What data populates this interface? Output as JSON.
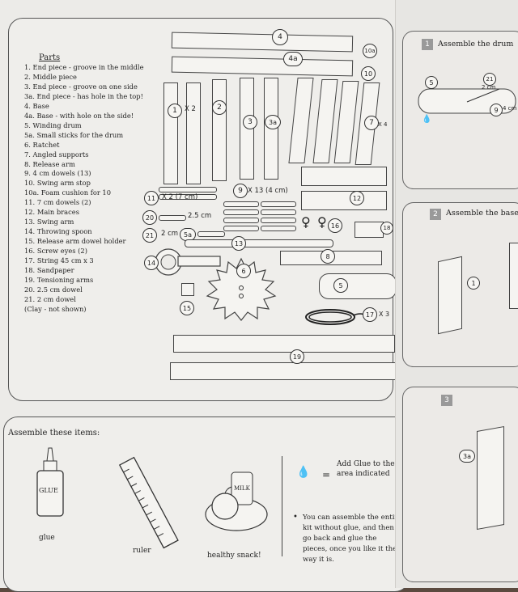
{
  "parts": {
    "title": "Parts",
    "items": [
      "1. End piece - groove in the middle",
      "2. Middle piece",
      "3. End piece - groove on one side",
      "3a. End piece - has hole in the top!",
      "4. Base",
      "4a. Base - with hole on the side!",
      "5. Winding drum",
      "5a. Small sticks for the drum",
      "6. Ratchet",
      "7. Angled supports",
      "8. Release arm",
      "9. 4 cm dowels (13)",
      "10. Swing arm stop",
      "10a. Foam cushion for 10",
      "11. 7 cm dowels (2)",
      "12. Main braces",
      "13. Swing arm",
      "14. Throwing spoon",
      "15. Release arm dowel holder",
      "16. Screw eyes (2)",
      "17. String 45 cm x 3",
      "18. Sandpaper",
      "19. Tensioning arms",
      "20. 2.5 cm dowel",
      "21. 2 cm dowel",
      "(Clay - not shown)"
    ]
  },
  "labels": {
    "l1": "1",
    "l2": "2",
    "l3": "3",
    "l3a": "3a",
    "l4": "4",
    "l4a": "4a",
    "l5": "5",
    "l5a": "5a",
    "l6": "6",
    "l7": "7",
    "l8": "8",
    "l9": "9",
    "l10": "10",
    "l10a": "10a",
    "l11": "11",
    "l12": "12",
    "l13": "13",
    "l14": "14",
    "l15": "15",
    "l16": "16",
    "l17": "17",
    "l18": "18",
    "l19": "19",
    "l20": "20",
    "l21": "21",
    "x2": "X 2",
    "x4": "X 4",
    "x2_7cm": "X 2 (7 cm)",
    "x13_4cm": "X 13 (4 cm)",
    "cm25": "2.5 cm",
    "cm2": "2 cm",
    "x3": "X 3"
  },
  "assemble": {
    "title": "Assemble these items:",
    "glue": "glue",
    "glue_bottle": "GLUE",
    "ruler": "ruler",
    "snack": "healthy snack!",
    "milk": "MILK",
    "glue_note": "Add Glue to the area indicated",
    "equals": "=",
    "bullet_note": "You can assemble the entire kit without glue, and then go back and glue the pieces, once you like it the way it is."
  },
  "steps": [
    {
      "num": "1",
      "title": "Assemble the drum",
      "refs": [
        "5",
        "21",
        "2 cm",
        "9",
        "4 cm"
      ]
    },
    {
      "num": "2",
      "title": "Assemble the base",
      "refs": [
        "1"
      ]
    },
    {
      "num": "3",
      "title": "",
      "refs": [
        "3a"
      ]
    }
  ]
}
